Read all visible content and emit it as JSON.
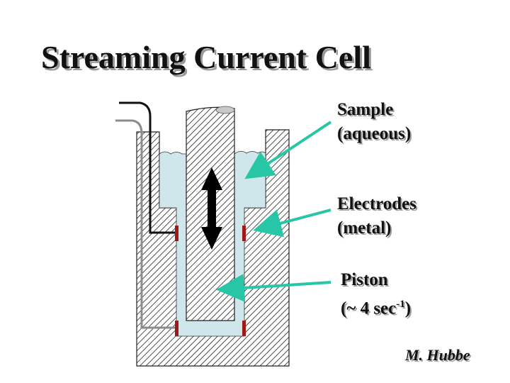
{
  "title": "Streaming Current Cell",
  "labels": {
    "sample": [
      "Sample",
      "(aqueous)"
    ],
    "electrodes": [
      "Electrodes",
      "(metal)"
    ],
    "piston_line1": "Piston",
    "piston_line2_prefix": "(~ 4 sec",
    "piston_line2_sup": "-1",
    "piston_line2_suffix": ")"
  },
  "credit": "M. Hubbe",
  "colors": {
    "background": "#ffffff",
    "liquid": "#cfe6ea",
    "hatch": "#222222",
    "arrow_teal": "#26c6a6",
    "electrode": "#a01818",
    "piston_arrow": "#000000",
    "wire_dark": "#111111",
    "wire_gray": "#8c8c8c"
  },
  "icons": {
    "motion": "double-headed-arrow-icon"
  }
}
